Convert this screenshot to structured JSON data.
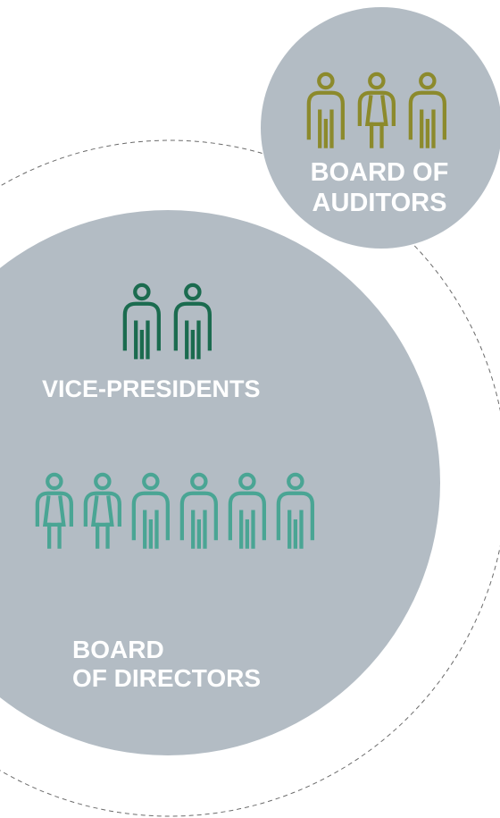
{
  "groups": {
    "board_of_auditors": {
      "title_line1": "BOARD OF",
      "title_line2": "AUDITORS",
      "members": [
        "man",
        "woman",
        "man"
      ],
      "icon_color": "#8c8a2c"
    },
    "vice_presidents": {
      "title": "VICE-PRESIDENTS",
      "members": [
        "man",
        "man"
      ],
      "icon_color": "#1b6b4f"
    },
    "board_of_directors": {
      "title_line1": "BOARD",
      "title_line2": "OF DIRECTORS",
      "members": [
        "woman",
        "woman",
        "man",
        "man",
        "man",
        "man"
      ],
      "icon_color": "#4aa594"
    }
  },
  "colors": {
    "circle_fill": "#b3bcc4",
    "dashed_outline": "#6b6b6b",
    "label_text": "#ffffff"
  }
}
